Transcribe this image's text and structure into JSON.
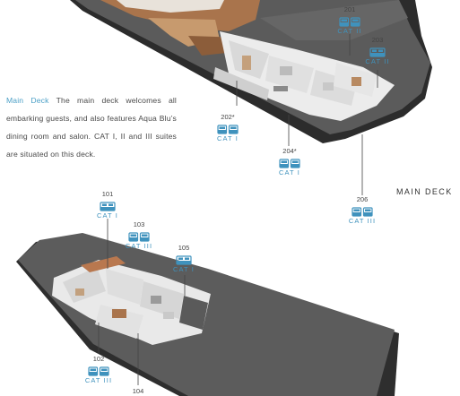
{
  "colors": {
    "accent": "#3f92bd",
    "hull": "#3c3c3c",
    "deck_grey": "#5a5a5a",
    "wood": "#b07a50",
    "text": "#4a4a4a"
  },
  "main_deck": {
    "title": "MAIN DECK",
    "heading": "Main Deck",
    "description": " The main deck welcomes all embarking guests, and also features Aqua Blu’s dining room and salon. CAT I, II and III suites are situated on this deck."
  },
  "cabins": [
    {
      "number": "201",
      "category": "CAT II",
      "bed_icon": "twin-bed-icon"
    },
    {
      "number": "203",
      "category": "CAT II",
      "bed_icon": "double-bed-icon"
    },
    {
      "number": "202*",
      "category": "CAT I",
      "bed_icon": "twin-bed-icon"
    },
    {
      "number": "204*",
      "category": "CAT I",
      "bed_icon": "twin-bed-icon"
    },
    {
      "number": "206",
      "category": "CAT III",
      "bed_icon": "twin-bed-icon"
    },
    {
      "number": "101",
      "category": "CAT I",
      "bed_icon": "double-bed-icon"
    },
    {
      "number": "103",
      "category": "CAT III",
      "bed_icon": "twin-bed-icon"
    },
    {
      "number": "105",
      "category": "CAT I",
      "bed_icon": "double-bed-icon"
    },
    {
      "number": "102",
      "category": "CAT III",
      "bed_icon": "twin-bed-icon"
    },
    {
      "number": "104",
      "category": "",
      "bed_icon": ""
    }
  ]
}
